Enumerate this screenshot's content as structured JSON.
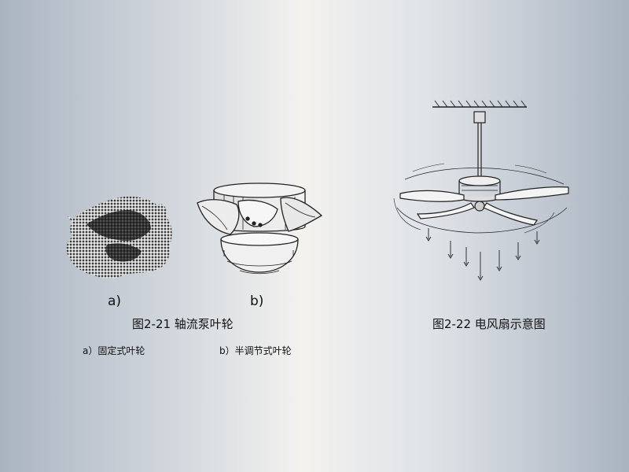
{
  "figure_2_21": {
    "label_a": "a)",
    "label_b": "b)",
    "caption": "图2-21 轴流泵叶轮",
    "note_a": "a）固定式叶轮",
    "note_b": "b）半调节式叶轮"
  },
  "figure_2_22": {
    "caption": "图2-22 电风扇示意图"
  }
}
